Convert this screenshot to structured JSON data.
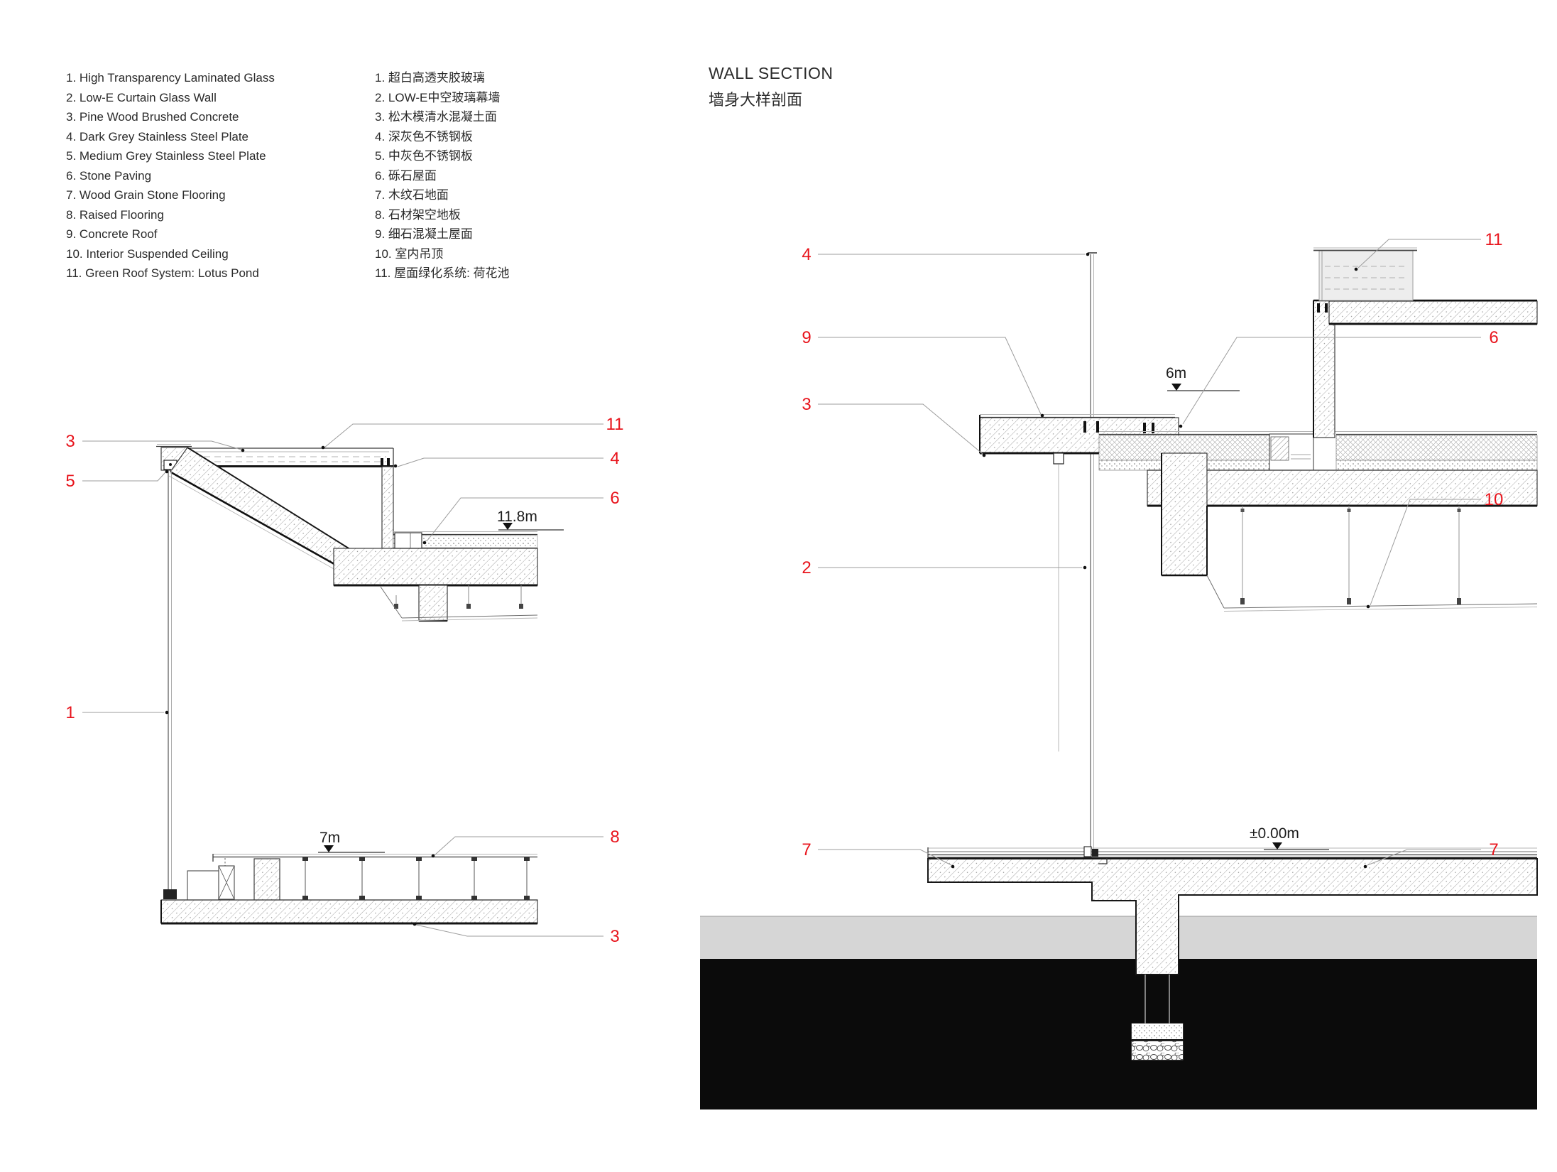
{
  "title": {
    "en": "WALL SECTION",
    "zh": "墙身大样剖面"
  },
  "legend": {
    "en": [
      "1. High Transparency Laminated Glass",
      "2. Low-E Curtain Glass Wall",
      "3. Pine Wood Brushed Concrete",
      "4. Dark Grey Stainless Steel Plate",
      "5. Medium Grey Stainless Steel Plate",
      "6. Stone Paving",
      "7. Wood Grain Stone Flooring",
      "8. Raised Flooring",
      "9. Concrete Roof",
      "10. Interior Suspended Ceiling",
      "11. Green Roof System: Lotus Pond"
    ],
    "zh": [
      "1. 超白高透夹胶玻璃",
      "2. LOW-E中空玻璃幕墙",
      "3. 松木模清水混凝土面",
      "4. 深灰色不锈钢板",
      "5. 中灰色不锈钢板",
      "6. 砾石屋面",
      "7. 木纹石地面",
      "8. 石材架空地板",
      "9. 细石混凝土屋面",
      "10. 室内吊顶",
      "11. 屋面绿化系统: 荷花池"
    ]
  },
  "left_drawing": {
    "callouts": [
      "3",
      "5",
      "1",
      "11",
      "4",
      "6",
      "8",
      "3"
    ],
    "levels": {
      "floor_upper": "11.8m",
      "floor_lower": "7m"
    }
  },
  "right_drawing": {
    "callouts": [
      "4",
      "9",
      "3",
      "2",
      "7",
      "11",
      "6",
      "10",
      "7"
    ],
    "levels": {
      "roof": "6m",
      "ground": "±0.00m"
    }
  },
  "colors": {
    "callout_red": "#e8141c",
    "drawing_dark": "#161616",
    "leader_grey": "#9c9c9c",
    "soil_grey": "#d6d6d6",
    "soil_black": "#0b0b0b",
    "pond_fill": "#ededed"
  }
}
